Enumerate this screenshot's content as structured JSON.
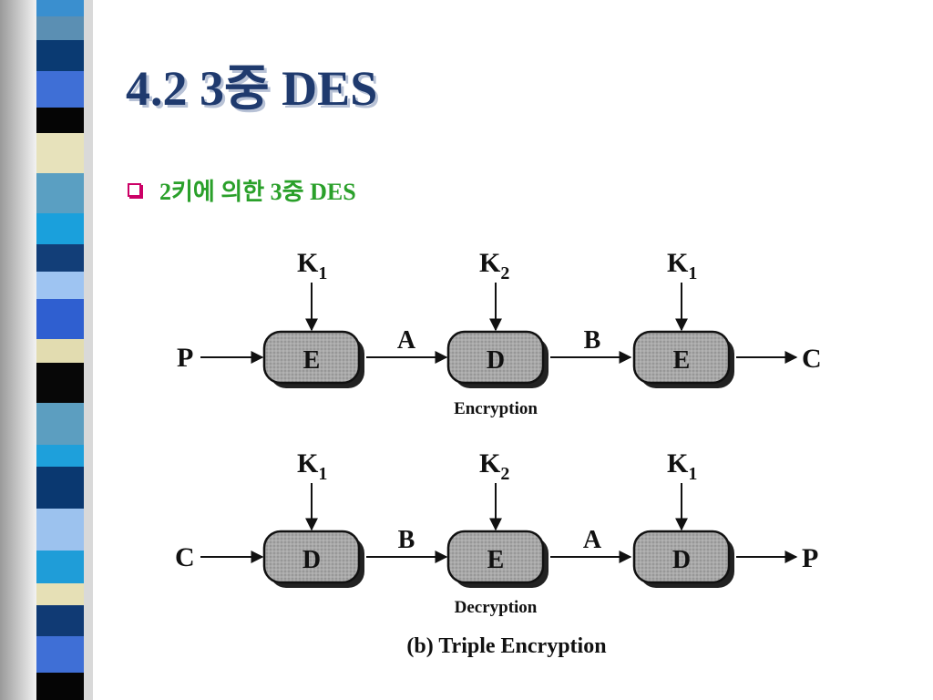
{
  "slide": {
    "title": "4.2 3중 DES",
    "bullet": "2키에 의한 3중 DES"
  },
  "colors": {
    "title": "#1f3a6e",
    "bullet_text": "#2aa02a",
    "bullet_marker": "#cc0066",
    "box_fill": "#a8a8a8"
  },
  "diagram": {
    "caption": "(b) Triple Encryption",
    "encryption": {
      "label": "Encryption",
      "input": "P",
      "output": "C",
      "stages": [
        {
          "op": "E",
          "key": "K",
          "key_sub": "1"
        },
        {
          "op": "D",
          "key": "K",
          "key_sub": "2"
        },
        {
          "op": "E",
          "key": "K",
          "key_sub": "1"
        }
      ],
      "intermediates": [
        "A",
        "B"
      ]
    },
    "decryption": {
      "label": "Decryption",
      "input": "C",
      "output": "P",
      "stages": [
        {
          "op": "D",
          "key": "K",
          "key_sub": "1"
        },
        {
          "op": "E",
          "key": "K",
          "key_sub": "2"
        },
        {
          "op": "D",
          "key": "K",
          "key_sub": "1"
        }
      ],
      "intermediates": [
        "B",
        "A"
      ]
    }
  }
}
